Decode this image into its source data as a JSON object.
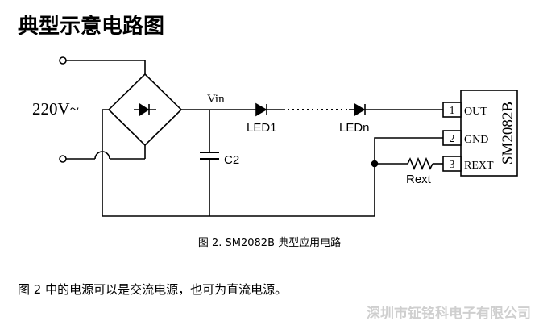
{
  "title": "典型示意电路图",
  "schematic": {
    "ac_source_label": "220V~",
    "vin_label": "Vin",
    "capacitor_label": "C2",
    "led_first_label": "LED1",
    "led_last_label": "LEDn",
    "resistor_label": "Rext",
    "ic": {
      "name": "SM2082B",
      "pins": [
        {
          "number": "1",
          "name": "OUT"
        },
        {
          "number": "2",
          "name": "GND"
        },
        {
          "number": "3",
          "name": "REXT"
        }
      ]
    }
  },
  "caption": "图 2. SM2082B 典型应用电路",
  "body_text": "图 2 中的电源可以是交流电源，也可为直流电源。",
  "watermark": "深圳市钲铭科电子有限公司"
}
